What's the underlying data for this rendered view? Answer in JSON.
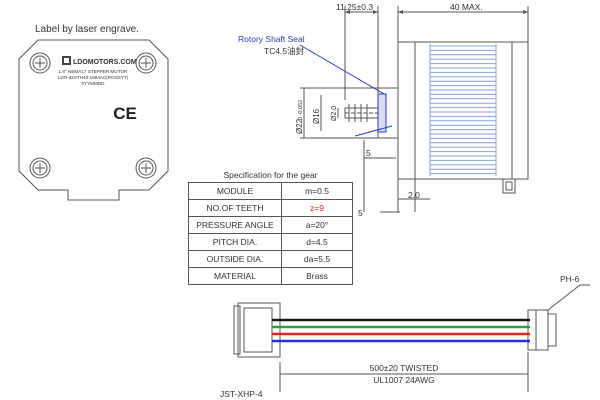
{
  "engrave_label": "Label by laser engrave.",
  "motor_label": {
    "brand": "LDOMOTORS.COM",
    "line1": "1.8° NEMA17 STEPPER MOTOR",
    "line2": "LDO-42STH40-1684AC(ROSSYT)",
    "line3": "#YYMMDD",
    "ce_mark": "CE"
  },
  "dimensions": {
    "shaft_length": "11.25±0.3",
    "body_length": "40 MAX.",
    "diameter_boss": "Ø22",
    "boss_tolerance": "0 -0.052",
    "diameter_16": "Ø16",
    "diameter_shaft": "Ø2.0",
    "dim_5_upper": "5",
    "dim_5_lower": "5",
    "dim_2": "2.0"
  },
  "seal": {
    "title": "Rotory Shaft Seal",
    "subtitle": "TC4.5油封"
  },
  "gear_spec": {
    "caption": "Specification for the gear",
    "rows": [
      {
        "name": "MODULE",
        "value": "m=0.5",
        "highlight": false
      },
      {
        "name": "NO.OF TEETH",
        "value": "z=9",
        "highlight": true
      },
      {
        "name": "PRESSURE ANGLE",
        "value": "a=20°",
        "highlight": false
      },
      {
        "name": "PITCH DIA.",
        "value": "d=4.5",
        "highlight": false
      },
      {
        "name": "OUTSIDE DIA.",
        "value": "da=5.5",
        "highlight": false
      },
      {
        "name": "MATERIAL",
        "value": "Brass",
        "highlight": false
      }
    ]
  },
  "cable": {
    "connector_right": "PH-6",
    "connector_left": "JST-XHP-4",
    "length": "500±20 TWISTED",
    "spec": "UL1007 24AWG",
    "wire_colors": [
      "#1a1a1a",
      "#2e9e3e",
      "#e0281e",
      "#2233dd"
    ]
  },
  "colors": {
    "line": "#555555",
    "winding": "#8aa0e0",
    "annotation_blue": "#2a3cc0",
    "highlight_red": "#e0281e"
  }
}
